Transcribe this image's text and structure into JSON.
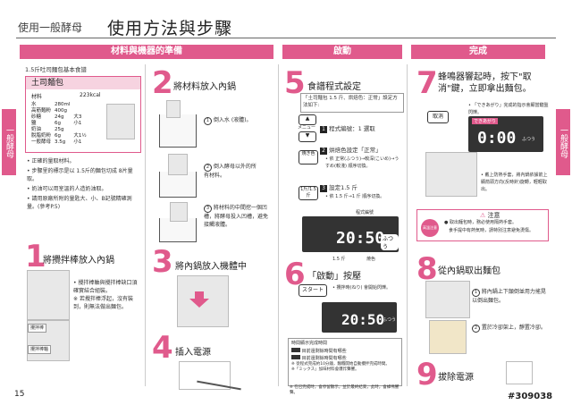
{
  "header": {
    "label": "使用一般酵母",
    "title": "使用方法與步驟"
  },
  "bars": {
    "prep": "材料與機器的準備",
    "start": "啟動",
    "done": "完成"
  },
  "side_tab": "一般酵母",
  "page_number": "15",
  "image_id": "#309038",
  "recipe": {
    "caption": "1.5斤吐司麵包基本食譜",
    "name": "土司麵包",
    "material_label": "材料",
    "material_value": "223kcal",
    "rows": [
      {
        "name": "水",
        "amount": "280ml",
        "extra": ""
      },
      {
        "name": "高筋麵粉",
        "amount": "400g",
        "extra": ""
      },
      {
        "name": "砂糖",
        "amount": "24g",
        "extra": "大3"
      },
      {
        "name": "鹽",
        "amount": "6g",
        "extra": "小1"
      },
      {
        "name": "奶油",
        "amount": "25g",
        "extra": ""
      },
      {
        "name": "脫脂奶粉",
        "amount": "6g",
        "extra": "大1½"
      },
      {
        "name": "一般酵母",
        "amount": "3.5g",
        "extra": "小1"
      }
    ],
    "notes": [
      "正確的量取材料。",
      "步驟里的標示是以 1.5斤的麵包切成 8片量取。",
      "奶油可以用室溫的人造奶油取。",
      "請用原廠所附的量匙大、小、B記號精確測量。(參考P.5)"
    ]
  },
  "step1": {
    "num": "1",
    "title": "將攪拌棒放入內鍋",
    "notes": [
      "攪拌棒軸與攪拌棒缺口須確實結合組裝。"
    ],
    "warn": "若攪拌棒浮起，沒有裝到，則無法做出麵包。",
    "labels": [
      "攪拌棒",
      "攪拌棒軸"
    ]
  },
  "step2": {
    "num": "2",
    "title": "將材料放入內鍋",
    "items": [
      {
        "n": "1",
        "text": "倒入水 (液體)。"
      },
      {
        "n": "2",
        "text": "倒入酵母以外的所有材料。"
      },
      {
        "n": "3",
        "text": "將材料的中間挖一個凹槽，將酵母投入凹槽，避免接觸液體。"
      }
    ]
  },
  "step3": {
    "num": "3",
    "title": "將內鍋放入機體中"
  },
  "step4": {
    "num": "4",
    "title": "插入電源"
  },
  "step5": {
    "num": "5",
    "title": "食譜程式設定",
    "hint": "「土司麵包 1.5 斤、烘焙色：正常」設定方法如下:",
    "items": [
      {
        "n": "1",
        "text": "程式編號：1 選取"
      },
      {
        "n": "2",
        "text": "烘焙色設定「正常」"
      },
      {
        "n": "3",
        "text": "設定1.5 斤"
      }
    ],
    "sub2": "依 正常(ふつう)→較深(こいめ)→うすめ(較淺) 順序切換。",
    "sub3": "依 1.5 斤→1 斤 順序切換。",
    "buttons": {
      "menu": "メニュー",
      "color": "焼き色",
      "size": "1斤/1.5斤"
    },
    "lcd_labels": {
      "program": "程式編號",
      "size": "1.5 斤",
      "color": "焼色"
    }
  },
  "step6": {
    "num": "6",
    "title": "「啟動」按壓",
    "btn": "スタート",
    "note": "攪拌時(ねり) 會開始閃爍。",
    "legend_title": "時間顯示完成時間",
    "legend": [
      "目前還剩餘時間有哪些",
      "目前還剩餘時間有哪些"
    ],
    "footnotes": [
      "※ 從程式完成約10分鐘，麵糰開始自動攪拌完成時間。",
      "※「ミックス」加味材料會爆炸聲響。",
      "※ 在已完成時，會停留顯示，並於最終結束，此時，會蜂鳴響聲。"
    ]
  },
  "step7": {
    "num": "7",
    "title": "蜂鳴器響起時，按下\"取消\"鍵，立即拿出麵包。",
    "btn": "取消",
    "note": "「できあがり」完成的指示會顯當鍵盤閃爍。",
    "note2": "戴上防熱手套，將內鍋依據箭上顯箭頭方向(反時針)旋轉，輕輕取出。",
    "lcd_top": "できあがり",
    "lcd_time": "0:00",
    "lcd_side": "ふつう"
  },
  "caution": {
    "title": "注意",
    "items": [
      "取出麵包時，務必使用隔熱手套。",
      "食手提中有熱気時，請特別注意避免燙傷。"
    ],
    "icon_label": "高溫注意"
  },
  "step8": {
    "num": "8",
    "title": "從內鍋取出麵包",
    "items": [
      {
        "n": "1",
        "text": "將內鍋上下顛倒並用力搖晃以倒出麵包。"
      },
      {
        "n": "2",
        "text": "置於冷卻架上，靜置冷卻。"
      }
    ]
  },
  "step9": {
    "num": "9",
    "title": "拔除電源"
  },
  "lcd5": {
    "time": "20:50",
    "side": "ふつう"
  },
  "lcd6": {
    "time": "20:50",
    "side": "ふつう"
  }
}
